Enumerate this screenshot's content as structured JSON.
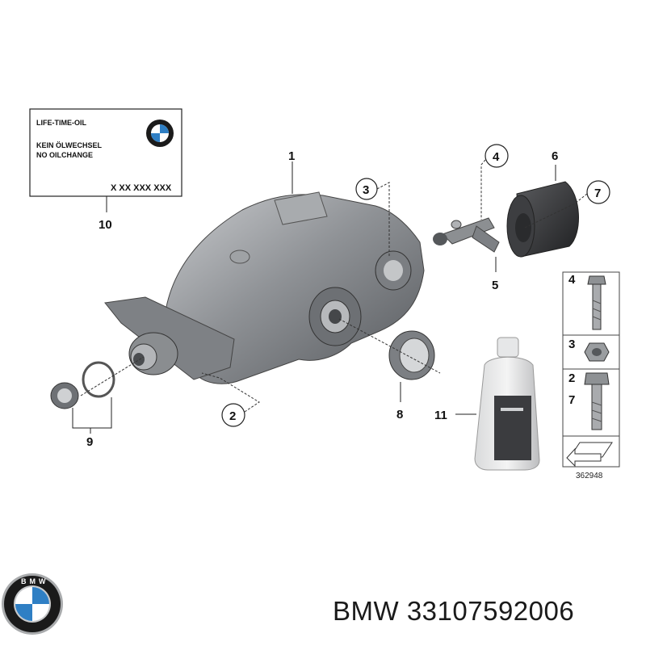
{
  "label_box": {
    "line1": "LIFE-TIME-OIL",
    "line2": "KEIN ÖLWECHSEL",
    "line3": "NO OILCHANGE",
    "code": "X XX XXX XXX"
  },
  "callouts": {
    "c1": "1",
    "c2": "2",
    "c3": "3",
    "c4": "4",
    "c5": "5",
    "c6": "6",
    "c7": "7",
    "c8": "8",
    "c9": "9",
    "c10": "10",
    "c11": "11"
  },
  "legend": {
    "row1": "4",
    "row2": "3",
    "row3a": "2",
    "row3b": "7"
  },
  "reference_number": "362948",
  "logo_text": "BMW",
  "footer": {
    "brand": "BMW",
    "part_number": "33107592006"
  },
  "colors": {
    "housing": "#8f9296",
    "dark_part": "#3a3b3d",
    "bmw_blue": "#2f7fc4"
  }
}
